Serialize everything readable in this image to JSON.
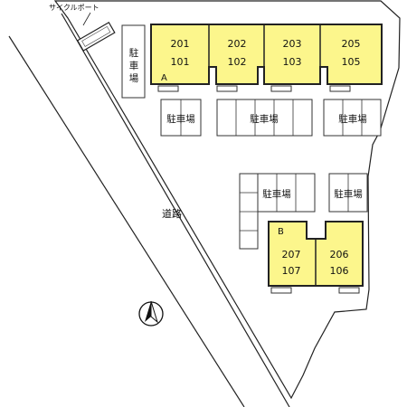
{
  "cycle_port_label": "サイクルポート",
  "road_label": "道路",
  "parking_label": "駐車場",
  "building_a": {
    "name": "A",
    "units": [
      {
        "upper": "201",
        "lower": "101"
      },
      {
        "upper": "202",
        "lower": "102"
      },
      {
        "upper": "203",
        "lower": "103"
      },
      {
        "upper": "205",
        "lower": "105"
      }
    ]
  },
  "building_b": {
    "name": "B",
    "units": [
      {
        "upper": "207",
        "lower": "107"
      },
      {
        "upper": "206",
        "lower": "106"
      }
    ]
  },
  "colors": {
    "unit_fill": "#fcf68c",
    "outline": "#222222",
    "background": "#ffffff"
  },
  "compass_icon": "north-arrow-icon"
}
